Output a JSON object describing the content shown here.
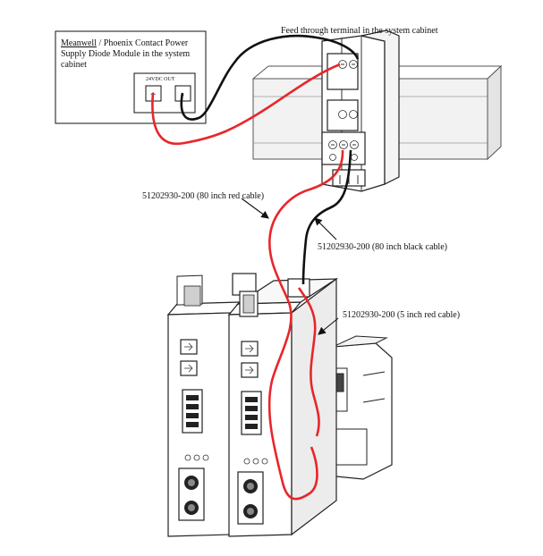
{
  "labels": {
    "feed_terminal": "Feed through terminal in the system cabinet",
    "psu_line1_brand": "Meanwell",
    "psu_line1_rest": " / Phoenix Contact Power",
    "psu_line2": "Supply Diode Module in the system",
    "psu_line3": "cabinet",
    "psu_output": "24VDC OUT",
    "terminal_plus": "+",
    "terminal_minus": "-",
    "cable_red_80": "51202930-200 (80 inch red cable)",
    "cable_black_80": "51202930-200 (80 inch black cable)",
    "cable_red_5": "51202930-200 (5 inch red cable)"
  },
  "colors": {
    "red_wire": "#e8262a",
    "black_wire": "#111111",
    "outline": "#222222",
    "rail_fill": "#f2f2f2"
  }
}
